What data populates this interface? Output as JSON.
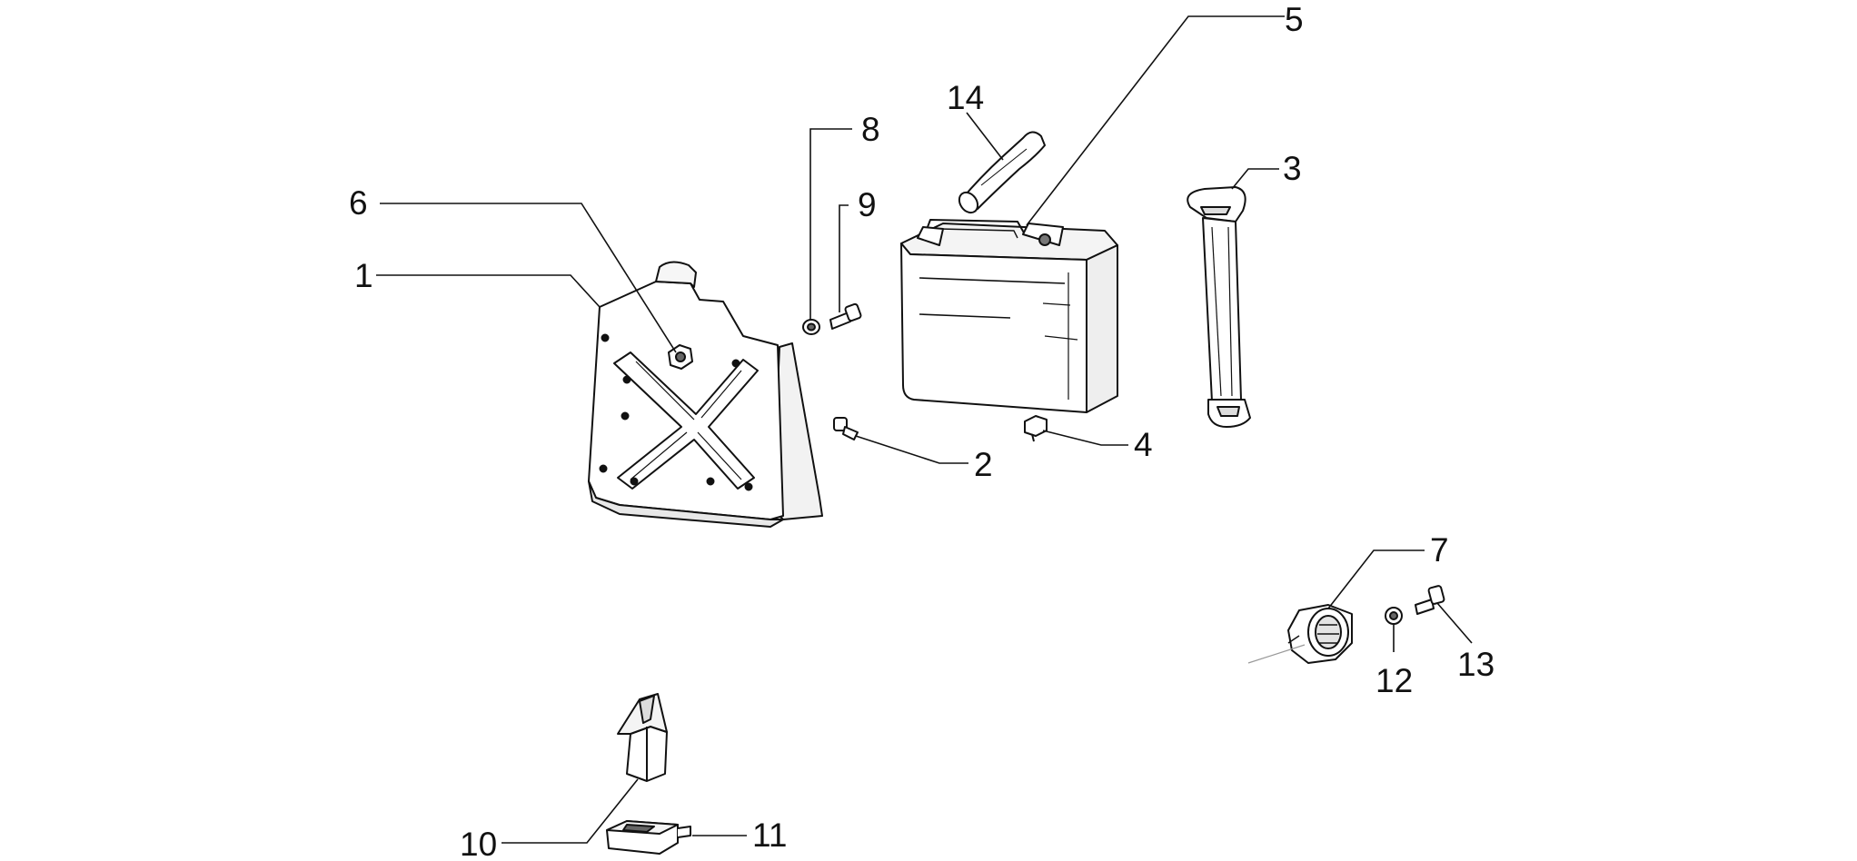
{
  "colors": {
    "ink": "#111111",
    "paper": "#ffffff",
    "shade": "#d8d8d8"
  },
  "callouts": {
    "c1": "1",
    "c2": "2",
    "c3": "3",
    "c4": "4",
    "c5": "5",
    "c6": "6",
    "c7": "7",
    "c8": "8",
    "c9": "9",
    "c10": "10",
    "c11": "11",
    "c12": "12",
    "c13": "13",
    "c14": "14"
  }
}
